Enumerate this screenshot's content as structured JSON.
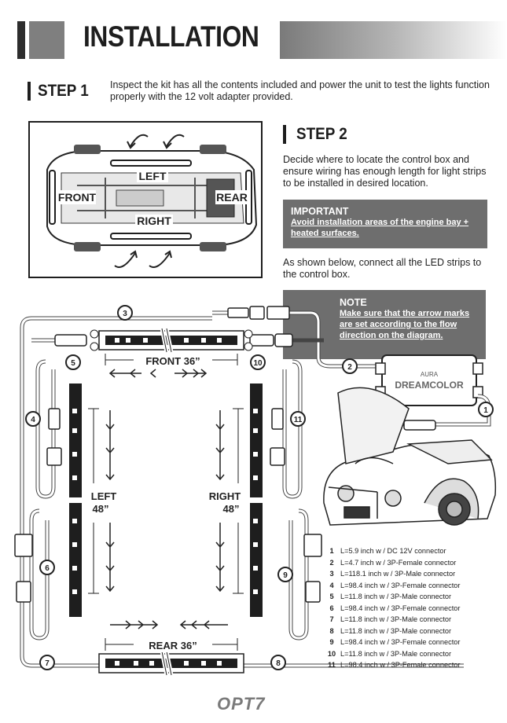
{
  "header": {
    "title": "INSTALLATION"
  },
  "step1": {
    "label": "STEP 1",
    "text": "Inspect the kit has all the contents included and power the unit to test the lights function properly with the 12 volt adapter provided."
  },
  "step2": {
    "label": "STEP 2",
    "text": "Decide where to locate the control box and ensure wiring has enough length for light strips to be installed in desired location."
  },
  "important": {
    "title": "IMPORTANT",
    "text": "Avoid installation areas of the engine bay + heated surfaces."
  },
  "connect_text": "As shown below, connect all the LED strips to the control box.",
  "note": {
    "title": "NOTE",
    "text": "Make sure that the arrow marks are set according to the flow direction on the diagram."
  },
  "car_labels": {
    "left": "LEFT",
    "right": "RIGHT",
    "front": "FRONT",
    "rear": "REAR"
  },
  "diagram": {
    "front_label": "FRONT 36”",
    "rear_label": "REAR 36”",
    "left_label": "LEFT",
    "left_len": "48”",
    "right_label": "RIGHT",
    "right_len": "48”",
    "control_box_line1": "AURA",
    "control_box_line2": "DREAMCOLOR"
  },
  "legend": [
    {
      "n": "1",
      "text": "L=5.9 inch w / DC 12V connector"
    },
    {
      "n": "2",
      "text": "L=4.7 inch w / 3P-Female connector"
    },
    {
      "n": "3",
      "text": "L=118.1 inch w / 3P-Male connector"
    },
    {
      "n": "4",
      "text": "L=98.4 inch w / 3P-Female connector"
    },
    {
      "n": "5",
      "text": "L=11.8 inch w / 3P-Male connector"
    },
    {
      "n": "6",
      "text": "L=98.4 inch w / 3P-Female connector"
    },
    {
      "n": "7",
      "text": "L=11.8 inch w / 3P-Male connector"
    },
    {
      "n": "8",
      "text": "L=11.8 inch w / 3P-Male connector"
    },
    {
      "n": "9",
      "text": "L=98.4 inch w / 3P-Female connector"
    },
    {
      "n": "10",
      "text": "L=11.8 inch w / 3P-Male connector"
    },
    {
      "n": "11",
      "text": "L=98.4 inch w / 3P-Female connector"
    }
  ],
  "footer": {
    "logo": "OPT7"
  }
}
